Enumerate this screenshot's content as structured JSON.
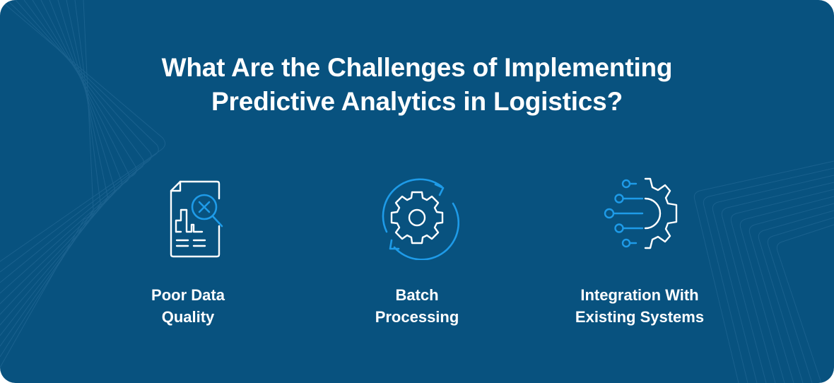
{
  "title": {
    "line1": "What Are the Challenges of Implementing",
    "line2": "Predictive Analytics in Logistics?"
  },
  "colors": {
    "background": "#08527f",
    "accent": "#1e9be8",
    "text": "#ffffff"
  },
  "items": [
    {
      "icon": "document-chart-search-icon",
      "label_line1": "Poor Data",
      "label_line2": "Quality"
    },
    {
      "icon": "gear-refresh-icon",
      "label_line1": "Batch",
      "label_line2": "Processing"
    },
    {
      "icon": "gear-integration-icon",
      "label_line1": "Integration With",
      "label_line2": "Existing Systems"
    }
  ]
}
